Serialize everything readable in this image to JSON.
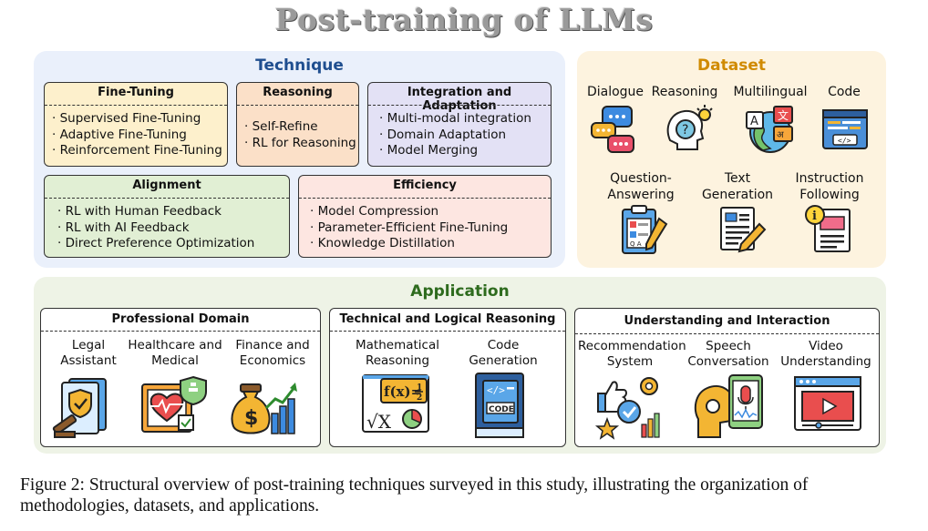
{
  "title": "Post-training of LLMs",
  "technique": {
    "title": "Technique",
    "fine_tuning": {
      "title": "Fine-Tuning",
      "items": [
        "Supervised Fine-Tuning",
        "Adaptive Fine-Tuning",
        "Reinforcement Fine-Tuning"
      ]
    },
    "reasoning": {
      "title": "Reasoning",
      "items": [
        "Self-Refine",
        "RL for Reasoning"
      ]
    },
    "integration": {
      "title": "Integration and Adaptation",
      "items": [
        "Multi-modal integration",
        "Domain Adaptation",
        "Model Merging"
      ]
    },
    "alignment": {
      "title": "Alignment",
      "items": [
        "RL with Human Feedback",
        "RL with AI Feedback",
        "Direct Preference Optimization"
      ]
    },
    "efficiency": {
      "title": "Efficiency",
      "items": [
        "Model Compression",
        "Parameter-Efficient Fine-Tuning",
        "Knowledge Distillation"
      ]
    }
  },
  "dataset": {
    "title": "Dataset",
    "items": [
      {
        "label": "Dialogue",
        "icon": "chat-bubbles-icon"
      },
      {
        "label": "Reasoning",
        "icon": "head-lightbulb-icon"
      },
      {
        "label": "Multilingual",
        "icon": "globe-translate-icon"
      },
      {
        "label": "Code",
        "icon": "code-window-icon"
      },
      {
        "label1": "Question-",
        "label2": "Answering",
        "icon": "clipboard-qa-icon"
      },
      {
        "label1": "Text",
        "label2": "Generation",
        "icon": "document-pen-icon"
      },
      {
        "label1": "Instruction",
        "label2": "Following",
        "icon": "info-document-icon"
      }
    ]
  },
  "application": {
    "title": "Application",
    "professional": {
      "title": "Professional Domain",
      "items": [
        {
          "line1": "Legal",
          "line2": "Assistant",
          "icon": "legal-gavel-icon"
        },
        {
          "line1": "Healthcare and",
          "line2": "Medical",
          "icon": "medical-heart-icon"
        },
        {
          "line1": "Finance and",
          "line2": "Economics",
          "icon": "money-bag-chart-icon"
        }
      ]
    },
    "technical": {
      "title": "Technical and Logical Reasoning",
      "items": [
        {
          "line1": "Mathematical",
          "line2": "Reasoning",
          "icon": "math-board-icon",
          "formula": "f(x)=",
          "frac_num": "1",
          "frac_den": "2"
        },
        {
          "line1": "Code",
          "line2": "Generation",
          "icon": "code-book-icon",
          "tag": "</>",
          "text": "CODE"
        }
      ]
    },
    "understanding": {
      "title": "Understanding and Interaction",
      "items": [
        {
          "line1": "Recommendation",
          "line2": "System",
          "icon": "recommendation-icon"
        },
        {
          "line1": "Speech",
          "line2": "Conversation",
          "icon": "speech-head-icon"
        },
        {
          "line1": "Video",
          "line2": "Understanding",
          "icon": "video-player-icon"
        }
      ]
    }
  },
  "caption": "Figure 2: Structural overview of post-training techniques surveyed in this study, illustrating the organization of methodologies, datasets, and applications.",
  "colors": {
    "technique_bg": "#eaf0fb",
    "dataset_bg": "#fdf3df",
    "application_bg": "#eef3e6",
    "technique_title": "#1f4e8f",
    "dataset_title": "#d08a00",
    "application_title": "#2e6b1e",
    "fine_tuning_bg": "#fdf0cc",
    "reasoning_bg": "#fbe0c8",
    "integration_bg": "#e3e1f5",
    "alignment_bg": "#e1efd4",
    "efficiency_bg": "#fde6e1"
  }
}
